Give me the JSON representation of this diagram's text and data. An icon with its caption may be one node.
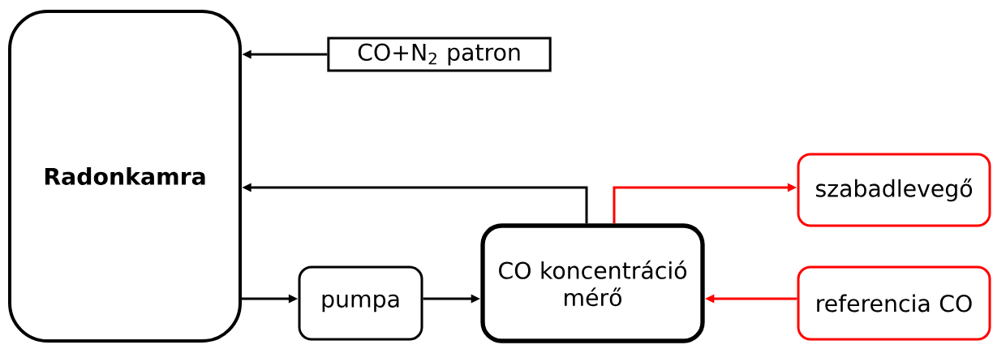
{
  "diagram": {
    "nodes": [
      {
        "text": [
          "Radonkamra"
        ]
      },
      {
        "text": [
          "CO+N$_{2}$ patron"
        ]
      },
      {
        "text": [
          "pumpa"
        ]
      },
      {
        "text": [
          "CO koncentráció mérő"
        ]
      },
      {
        "text": [
          "szabadlevegő"
        ]
      },
      {
        "text": [
          "referencia CO"
        ]
      }
    ],
    "edges": [
      {
        "from": 1,
        "to": 0,
        "arrow": "to"
      },
      {
        "from": 3,
        "to": 0,
        "arrow": "to"
      },
      {
        "from": 0,
        "to": 2,
        "arrow": "to"
      },
      {
        "from": 2,
        "to": 3,
        "arrow": "to"
      },
      {
        "from": 3,
        "to": 4,
        "arrow": "to",
        "color": "#ff0000"
      },
      {
        "from": 5,
        "to": 3,
        "arrow": "to",
        "color": "#ff0000"
      }
    ]
  }
}
